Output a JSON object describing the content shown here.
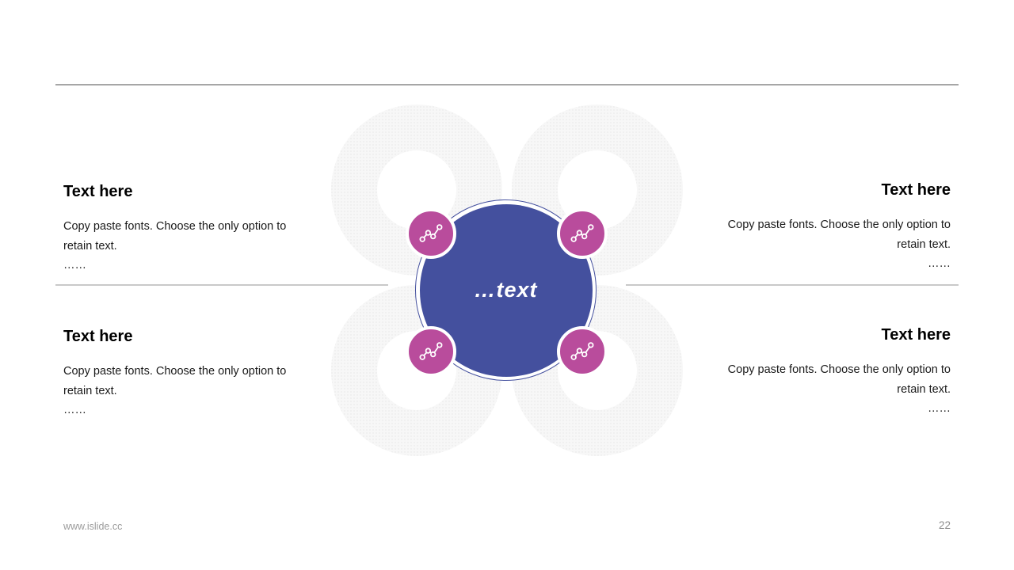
{
  "slide": {
    "type": "presentation-template-slide"
  },
  "center_circle": {
    "label": "…text"
  },
  "blocks": [
    {
      "position": "top-left",
      "title": "Text here",
      "body": "Copy paste fonts. Choose the only option to retain text.",
      "ellipsis": "……"
    },
    {
      "position": "top-right",
      "title": "Text here",
      "body": "Copy paste fonts. Choose the only option to retain text.",
      "ellipsis": "……"
    },
    {
      "position": "bottom-left",
      "title": "Text here",
      "body": "Copy paste fonts. Choose the only option to retain text.",
      "ellipsis": "……"
    },
    {
      "position": "bottom-right",
      "title": "Text here",
      "body": "Copy paste fonts. Choose the only option to retain text.",
      "ellipsis": "……"
    }
  ],
  "icons": {
    "badge_icon": "trend-chart-icon"
  },
  "footer": {
    "url": "www.islide.cc",
    "page_number": "22"
  },
  "colors": {
    "primary_blue": "#44509e",
    "accent_magenta": "#b94c9c",
    "ring_gray": "#f6f6f6",
    "ring_dot_gray": "#ececec",
    "top_divider": "#a6a6a6",
    "mid_divider": "#c9c9c9",
    "footer_gray": "#9b9b9b"
  }
}
